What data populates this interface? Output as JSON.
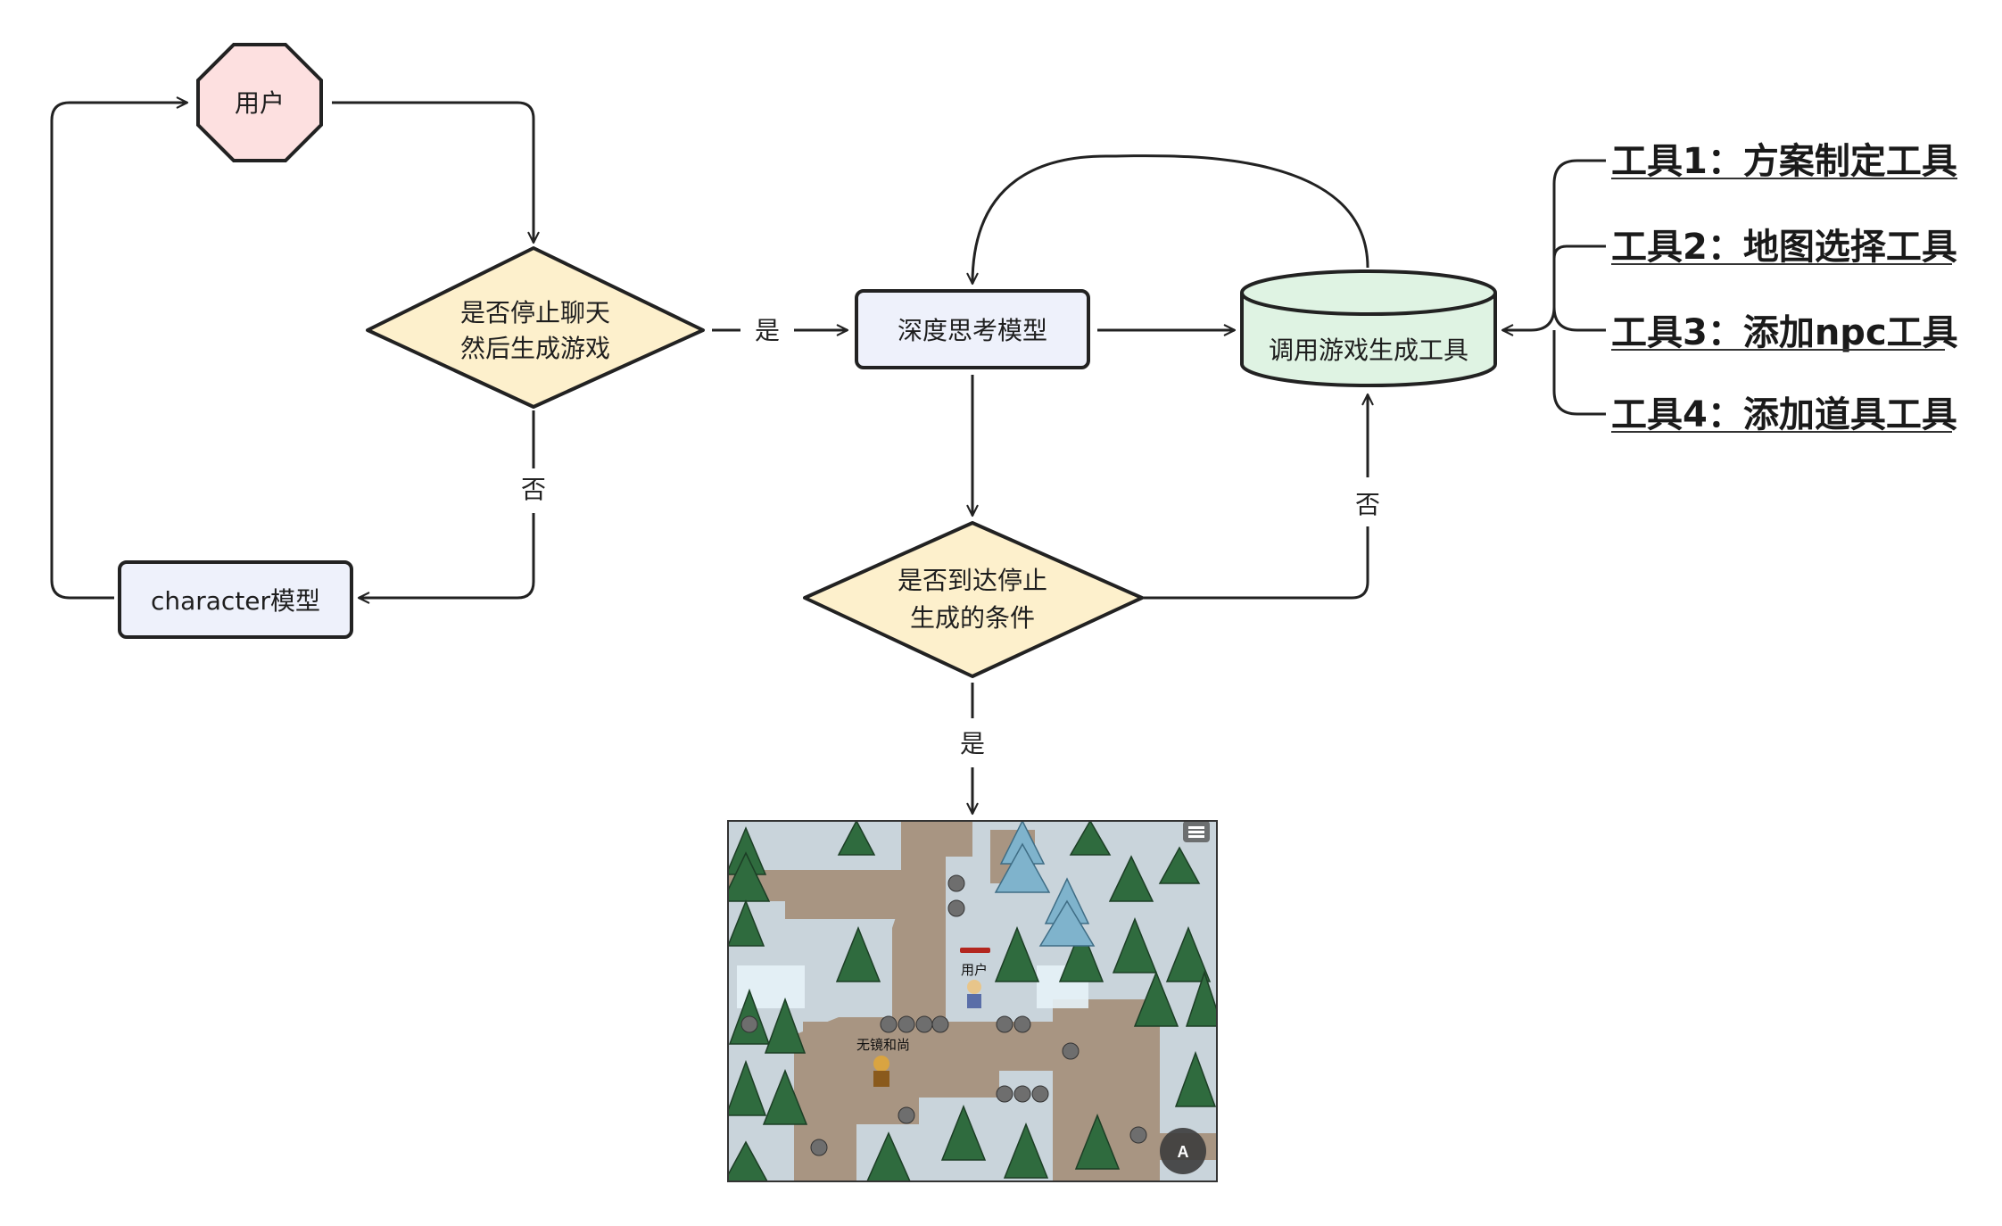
{
  "nodes": {
    "user": "用户",
    "decision_stop_chat_line1": "是否停止聊天",
    "decision_stop_chat_line2": "然后生成游戏",
    "character_model": "character模型",
    "deep_thinking_model": "深度思考模型",
    "call_game_tool": "调用游戏生成工具",
    "decision_stop_gen_line1": "是否到达停止",
    "decision_stop_gen_line2": "生成的条件"
  },
  "edge_labels": {
    "yes_to_thinking": "是",
    "no_to_character": "否",
    "no_back_to_tool": "否",
    "yes_to_game": "是"
  },
  "tools": [
    "工具1：方案制定工具",
    "工具2：地图选择工具",
    "工具3：添加npc工具",
    "工具4：添加道具工具"
  ],
  "game_preview": {
    "player_name": "用户",
    "npc_name": "无镜和尚",
    "action_button": "A",
    "menu_icon": "menu-icon"
  },
  "colors": {
    "user_fill": "#fde0e0",
    "decision_fill": "#fdf0cc",
    "process_fill": "#eef1fb",
    "database_fill": "#dff3e3",
    "stroke": "#222222"
  }
}
